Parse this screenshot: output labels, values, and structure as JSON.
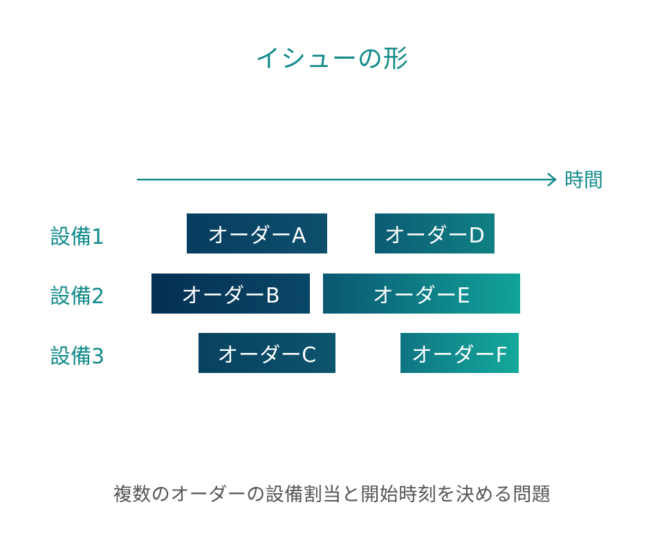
{
  "title": "イシューの形",
  "axis": {
    "label": "時間",
    "color": "#138a8a"
  },
  "rows": [
    {
      "label": "設備1"
    },
    {
      "label": "設備2"
    },
    {
      "label": "設備3"
    }
  ],
  "orders": {
    "a": "オーダーA",
    "b": "オーダーB",
    "c": "オーダーC",
    "d": "オーダーD",
    "e": "オーダーE",
    "f": "オーダーF"
  },
  "caption": "複数のオーダーの設備割当と開始時刻を決める問題",
  "colors": {
    "accent": "#138a8a",
    "navy": "#073d5f",
    "teal": "#14a99c",
    "caption": "#555555"
  }
}
